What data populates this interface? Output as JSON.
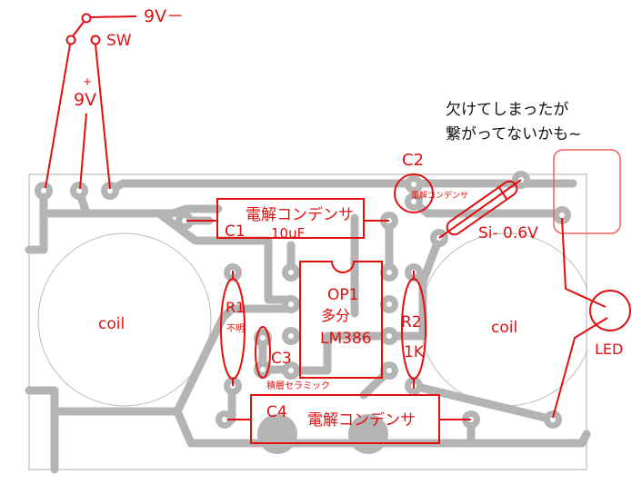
{
  "labels": {
    "battery_minus": "9V－",
    "switch": "SW",
    "plus": "+",
    "battery_plus": "9V",
    "note_line1": "欠けてしまったが",
    "note_line2": "繋がってないかも~",
    "c2": "C2",
    "c2_type": "電解コンデンサ",
    "c1": "C1",
    "c1_type": "電解コンデンサ",
    "c1_value": "10uF",
    "diode": "Si- 0.6V",
    "coil_left": "coil",
    "coil_right": "coil",
    "r1": "R1",
    "r1_value": "不明",
    "op1": "OP1",
    "op1_note": "多分",
    "op1_part": "LM386",
    "r2": "R2",
    "r2_value": "1K",
    "c3": "C3",
    "c3_type": "積層セラミック",
    "c4": "C4",
    "c4_type": "電解コンデンサ",
    "led": "LED"
  },
  "colors": {
    "trace": "#b4b4b4",
    "annotation": "#e01010"
  }
}
